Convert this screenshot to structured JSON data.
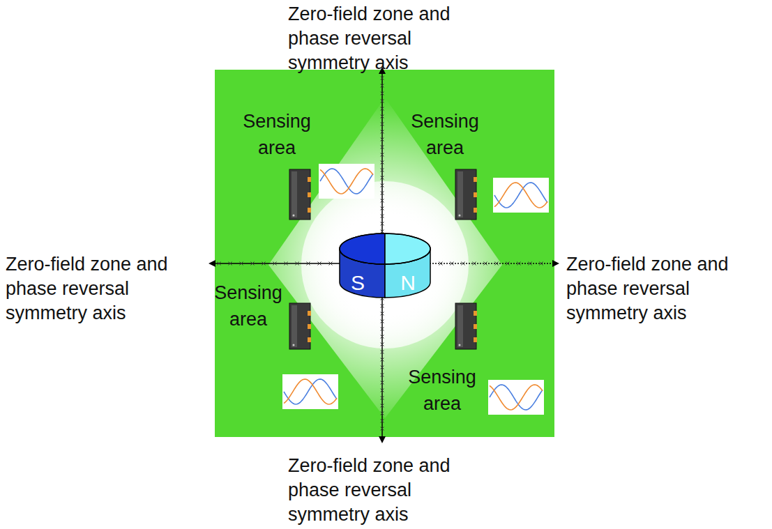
{
  "diagram": {
    "labels": [
      "Zero-field zone and phase reversal symmetry axis",
      "Sensing area",
      "Sensing area",
      "Zero-field zone and phase reversal symmetry axis",
      "Zero-field zone and phase reversal symmetry axis",
      "Sensing area",
      "S",
      "N",
      "Sensing area",
      "Zero-field zone and phase reversal symmetry axis"
    ]
  }
}
